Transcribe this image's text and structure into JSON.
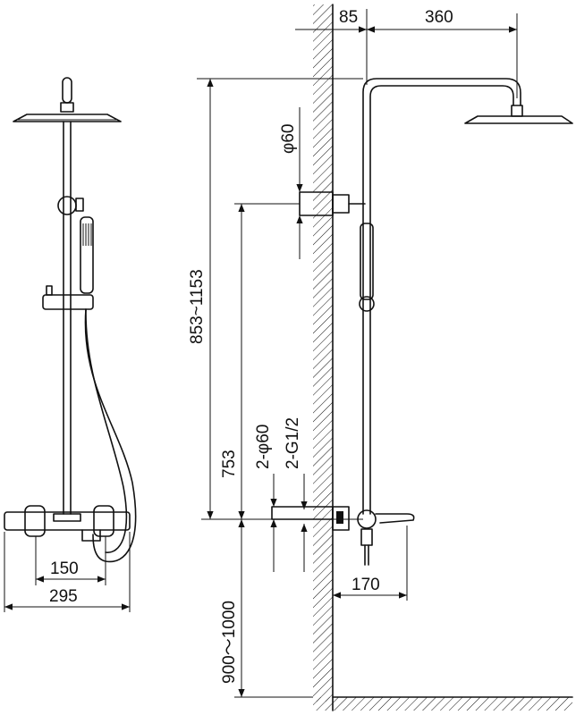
{
  "colors": {
    "ink": "#111111",
    "background": "#ffffff"
  },
  "front_view": {
    "dim_inner_width": "150",
    "dim_outer_width": "295"
  },
  "side_view": {
    "dim_wall_offset": "85",
    "dim_arm_reach": "360",
    "dim_head_height": "853~1153",
    "dim_wall_bracket_dia": "φ60",
    "dim_bracket_height": "753",
    "dim_cover_dia": "2-φ60",
    "dim_thread": "2-G1/2",
    "dim_spout_reach": "170",
    "dim_install_height": "900～1000"
  }
}
